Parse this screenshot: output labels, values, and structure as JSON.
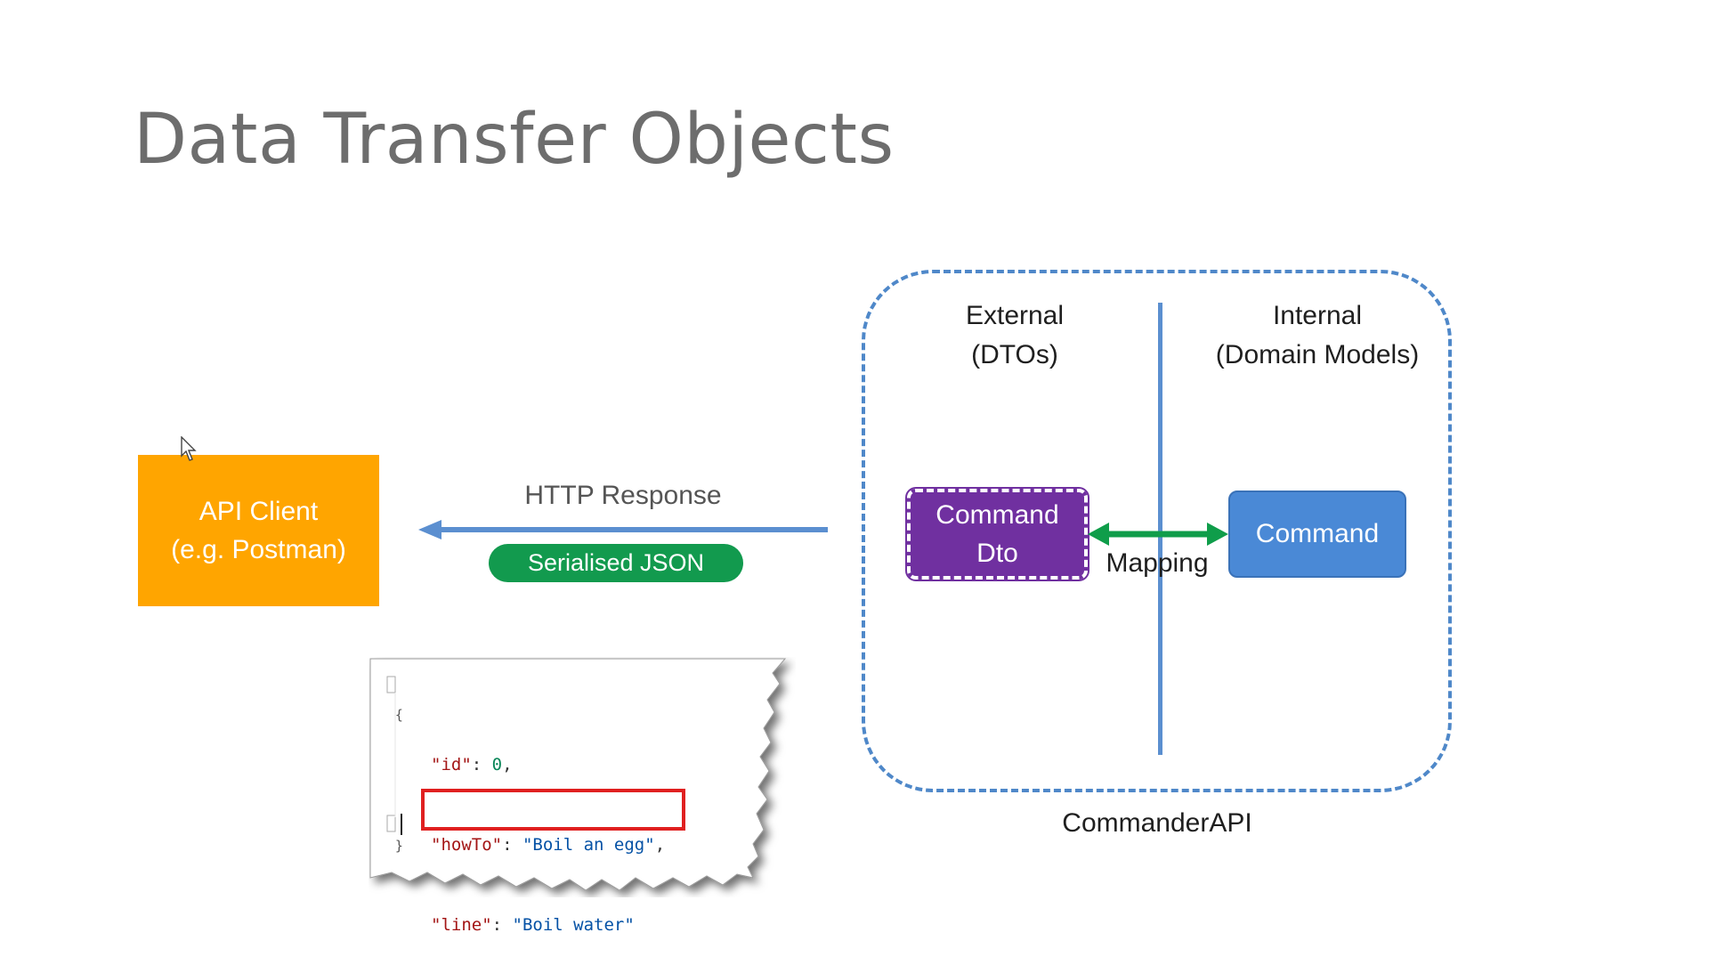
{
  "slide": {
    "title": "Data Transfer Objects"
  },
  "api_client": {
    "line1": "API Client",
    "line2": "(e.g. Postman)",
    "color": "#ffa500"
  },
  "http": {
    "label": "HTTP Response",
    "payload": "Serialised JSON",
    "payload_color": "#129a4e",
    "arrow_color": "#5b8fd0"
  },
  "commander_api": {
    "label": "CommanderAPI",
    "boundary_color": "#4f88c9",
    "external": {
      "line1": "External",
      "line2": "(DTOs)"
    },
    "internal": {
      "line1": "Internal",
      "line2": "(Domain Models)"
    },
    "dto_box": {
      "line1": "Command",
      "line2": "Dto",
      "color": "#7030a0"
    },
    "model_box": {
      "label": "Command",
      "color": "#4a89d6"
    },
    "mapping_label": "Mapping",
    "mapping_color": "#0f9d4a"
  },
  "json_snippet": {
    "open_brace": "{",
    "close_brace": "}",
    "lines": [
      {
        "key": "\"id\"",
        "sep": ": ",
        "value": "0",
        "value_type": "number",
        "trail": ","
      },
      {
        "key": "\"howTo\"",
        "sep": ": ",
        "value": "\"Boil an egg\"",
        "value_type": "string",
        "trail": ","
      },
      {
        "key": "\"line\"",
        "sep": ": ",
        "value": "\"Boil water\"",
        "value_type": "string",
        "trail": ""
      }
    ],
    "highlight_color": "#e02020"
  }
}
